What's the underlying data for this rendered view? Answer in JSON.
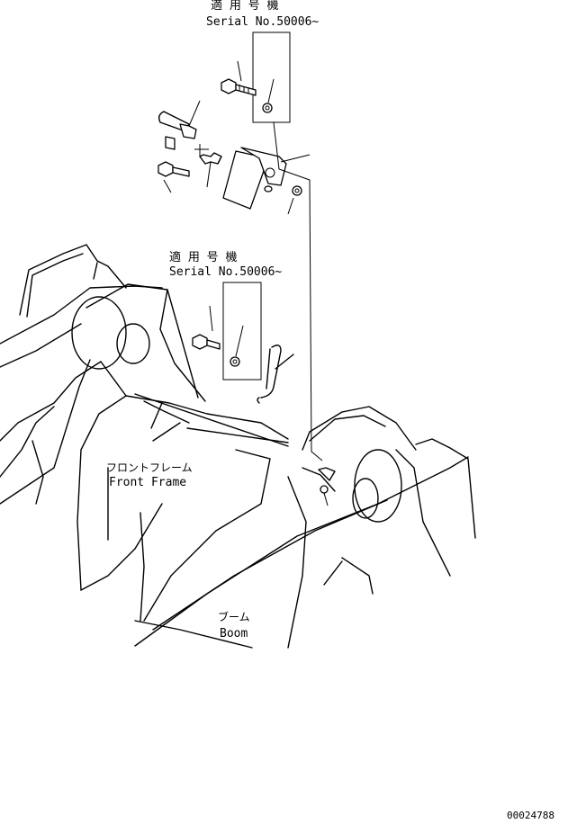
{
  "callouts": [
    {
      "id": "upper",
      "jp": "適 用 号 機",
      "en": "Serial No.50006~"
    },
    {
      "id": "middle",
      "jp": "適 用 号 機",
      "en": "Serial No.50006~"
    }
  ],
  "labels": {
    "front_frame_jp": "フロントフレーム",
    "front_frame_en": "Front Frame",
    "boom_jp": "ブーム",
    "boom_en": "Boom"
  },
  "drawing_number": "00024788"
}
